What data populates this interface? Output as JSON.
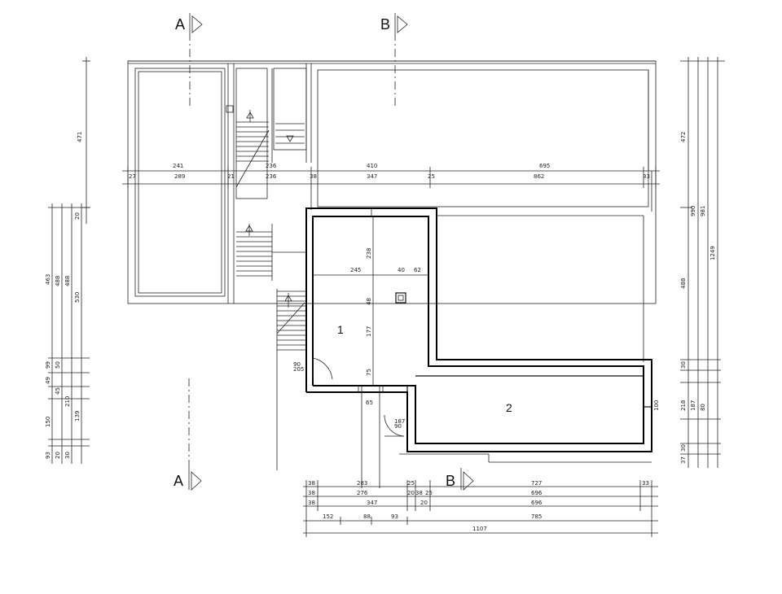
{
  "sections": {
    "top_a": "A",
    "top_b": "B",
    "bottom_a": "A",
    "bottom_b": "B"
  },
  "rooms": {
    "room1": "1",
    "room2": "2"
  },
  "dims": {
    "top_row1": [
      "241",
      "236",
      "410",
      "695"
    ],
    "top_row2": [
      "27",
      "289",
      "21",
      "236",
      "38",
      "347",
      "25",
      "862",
      "33"
    ],
    "left": [
      "471",
      "463",
      "488",
      "488",
      "530",
      "20",
      "99",
      "50",
      "49",
      "45",
      "210",
      "139",
      "150",
      "93",
      "20",
      "30"
    ],
    "right": [
      "472",
      "990",
      "981",
      "1249",
      "488",
      "30",
      "218",
      "187",
      "80",
      "30",
      "37"
    ],
    "interior": [
      "238",
      "245",
      "40",
      "62",
      "48",
      "177",
      "75",
      "90",
      "205",
      "65",
      "187",
      "90",
      "100"
    ],
    "bottom_row1": [
      "38",
      "283",
      "25",
      "727",
      "33"
    ],
    "bottom_row2": [
      "38",
      "276",
      "20",
      "38",
      "25",
      "696"
    ],
    "bottom_row3": [
      "38",
      "347",
      "20",
      "696"
    ],
    "bottom_row4": [
      "152",
      "88",
      "93",
      "785"
    ],
    "bottom_row5": [
      "1107"
    ]
  }
}
